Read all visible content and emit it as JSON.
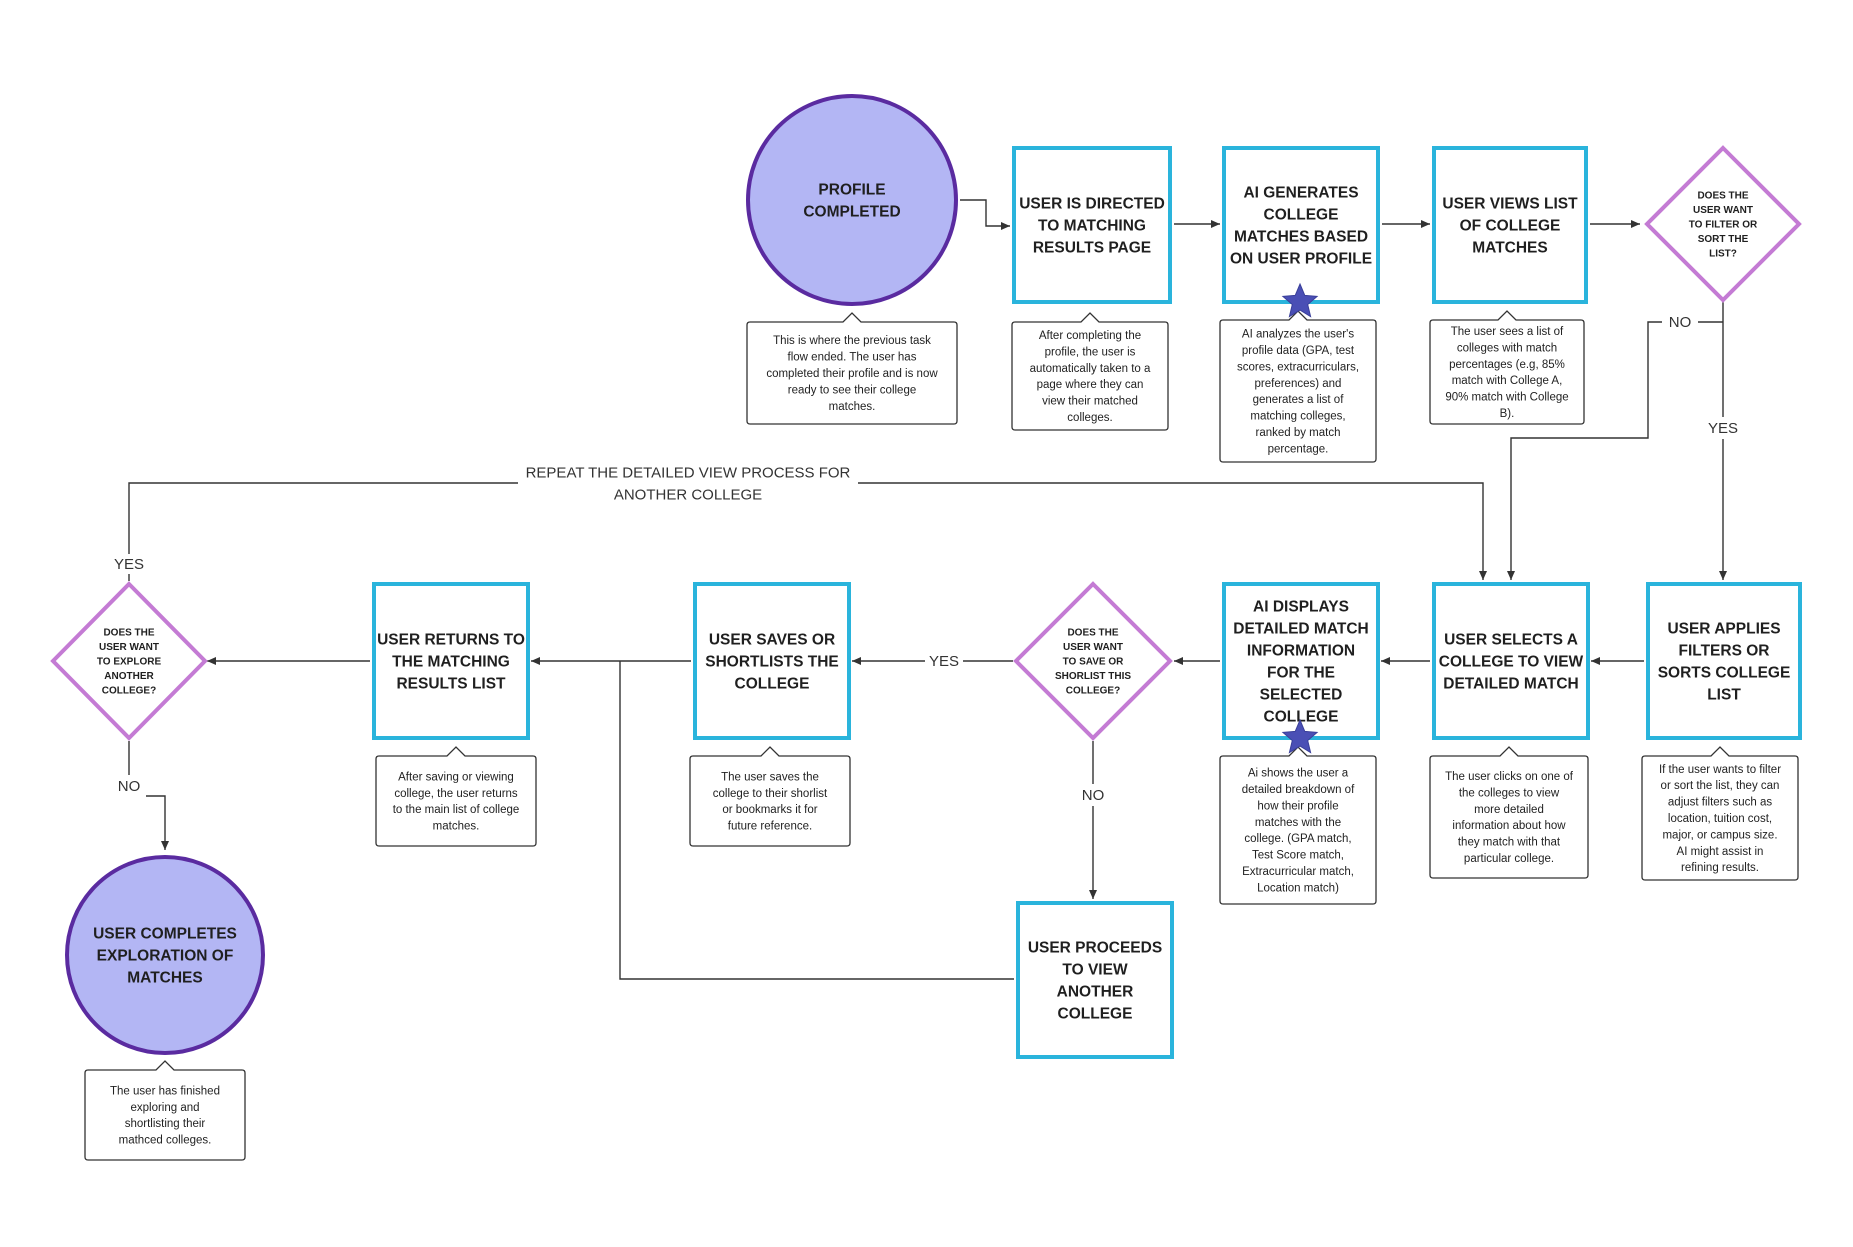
{
  "colors": {
    "process_border": "#2ab4dc",
    "terminal_fill": "#b3b6f4",
    "terminal_border": "#5a2ba0",
    "decision_border": "#c47bd4",
    "star": "#4a4fb5",
    "line": "#333333"
  },
  "nodes": {
    "profile_completed": {
      "lines": [
        "PROFILE",
        "COMPLETED"
      ]
    },
    "user_directed": {
      "lines": [
        "USER IS DIRECTED",
        "TO MATCHING",
        "RESULTS PAGE"
      ]
    },
    "ai_generates": {
      "lines": [
        "AI GENERATES",
        "COLLEGE",
        "MATCHES BASED",
        "ON USER PROFILE"
      ]
    },
    "user_views": {
      "lines": [
        "USER VIEWS LIST",
        "OF COLLEGE",
        "MATCHES"
      ]
    },
    "filter_decision": {
      "lines": [
        "DOES THE",
        "USER WANT",
        "TO FILTER OR",
        "SORT THE",
        "LIST?"
      ]
    },
    "user_applies": {
      "lines": [
        "USER APPLIES",
        "FILTERS OR",
        "SORTS COLLEGE",
        "LIST"
      ]
    },
    "user_selects": {
      "lines": [
        "USER SELECTS A",
        "COLLEGE TO VIEW",
        "DETAILED MATCH"
      ]
    },
    "ai_displays": {
      "lines": [
        "AI DISPLAYS",
        "DETAILED MATCH",
        "INFORMATION",
        "FOR THE",
        "SELECTED",
        "COLLEGE"
      ]
    },
    "save_decision": {
      "lines": [
        "DOES THE",
        "USER WANT",
        "TO SAVE OR",
        "SHORLIST THIS",
        "COLLEGE?"
      ]
    },
    "user_saves": {
      "lines": [
        "USER SAVES OR",
        "SHORTLISTS THE",
        "COLLEGE"
      ]
    },
    "user_returns": {
      "lines": [
        "USER RETURNS TO",
        "THE MATCHING",
        "RESULTS LIST"
      ]
    },
    "explore_decision": {
      "lines": [
        "DOES THE",
        "USER WANT",
        "TO EXPLORE",
        "ANOTHER",
        "COLLEGE?"
      ]
    },
    "user_completes": {
      "lines": [
        "USER COMPLETES",
        "EXPLORATION OF",
        "MATCHES"
      ]
    },
    "user_proceeds": {
      "lines": [
        "USER PROCEEDS",
        "TO VIEW",
        "ANOTHER",
        "COLLEGE"
      ]
    }
  },
  "notes": {
    "profile_completed": {
      "lines": [
        "This is where the previous task",
        "flow ended. The user has",
        "completed their profile and is now",
        "ready to see their college",
        "matches."
      ]
    },
    "user_directed": {
      "lines": [
        "After completing the",
        "profile, the user is",
        "automatically taken to a",
        "page where they can",
        "view their matched",
        "colleges."
      ]
    },
    "ai_generates": {
      "lines": [
        "AI analyzes the user's",
        "profile data (GPA, test",
        "scores, extracurriculars,",
        "preferences) and",
        "generates a list of",
        "matching colleges,",
        "ranked by match",
        "percentage."
      ]
    },
    "user_views": {
      "lines": [
        "The user sees a list of",
        "colleges with match",
        "percentages (e.g, 85%",
        "match with College A,",
        "90% match with College",
        "B)."
      ]
    },
    "user_applies": {
      "lines": [
        "If the user wants to filter",
        "or sort the list, they can",
        "adjust filters such as",
        "location, tuition cost,",
        "major, or campus size.",
        "AI might assist in",
        "refining results."
      ]
    },
    "user_selects": {
      "lines": [
        "The user clicks on one of",
        "the colleges to view",
        "more detailed",
        "information about how",
        "they match with that",
        "particular college."
      ]
    },
    "ai_displays": {
      "lines": [
        "Ai shows the user a",
        "detailed breakdown of",
        "how their profile",
        "matches with the",
        "college. (GPA match,",
        "Test Score match,",
        "Extracurricular match,",
        "Location match)"
      ]
    },
    "user_saves": {
      "lines": [
        "The user saves the",
        "college to their shorlist",
        "or bookmarks it for",
        "future reference."
      ]
    },
    "user_returns": {
      "lines": [
        "After saving or viewing",
        "college, the user returns",
        "to the main list of college",
        "matches."
      ]
    },
    "user_completes": {
      "lines": [
        "The user has finished",
        "exploring and",
        "shortlisting their",
        "mathced colleges."
      ]
    }
  },
  "edge_labels": {
    "filter_no": "NO",
    "filter_yes": "YES",
    "save_yes": "YES",
    "save_no": "NO",
    "explore_yes": "YES",
    "explore_no": "NO",
    "repeat": [
      "REPEAT THE DETAILED VIEW PROCESS FOR",
      "ANOTHER COLLEGE"
    ]
  }
}
